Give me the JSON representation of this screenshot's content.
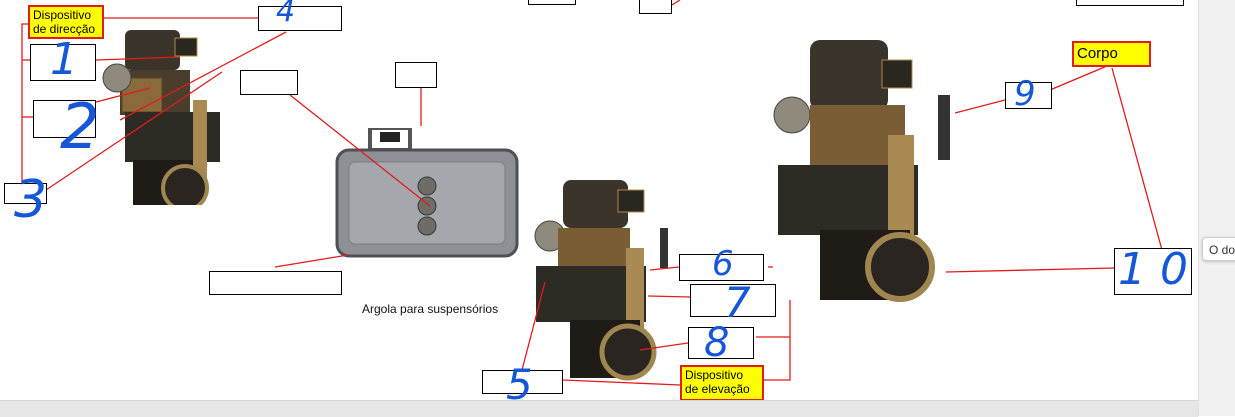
{
  "labels": {
    "dispositivo_direccao": "Dispositivo de direcção",
    "dispositivo_elevacao": "Dispositivo de elevação",
    "corpo": "Corpo",
    "argola": "Argola para suspensórios"
  },
  "handwritten": [
    "4",
    "1",
    "2",
    "3",
    "6",
    "7",
    "8",
    "5",
    "9",
    "10"
  ],
  "tooltip": "O do",
  "colors": {
    "highlight": "#ffff00",
    "line": "#e21b1b",
    "ink": "#1557d6"
  },
  "icons": [
    "sight-photo",
    "case-photo"
  ]
}
